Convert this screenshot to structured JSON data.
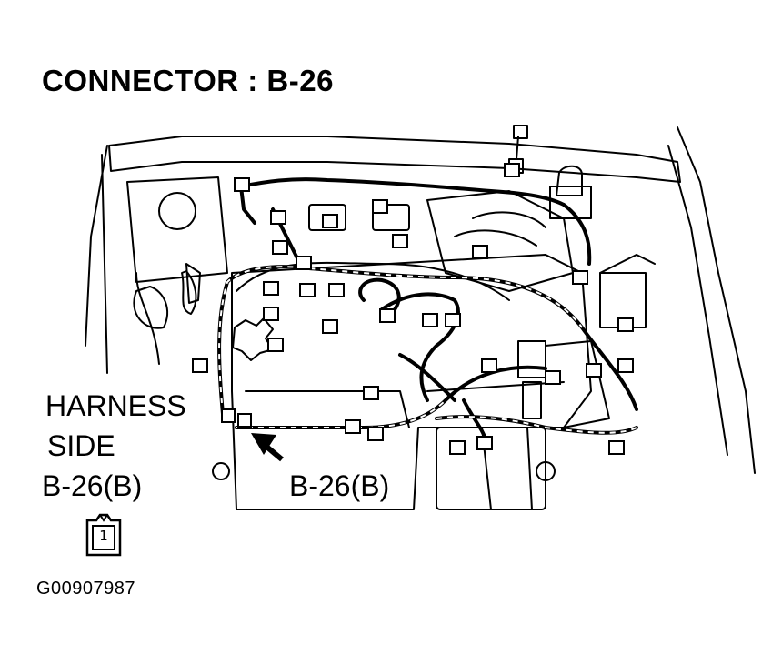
{
  "title": "CONNECTOR : B-26",
  "harness_side_label_line1": "HARNESS",
  "harness_side_label_line2": "SIDE",
  "harness_connector_label": "B-26(B)",
  "callout_label": "B-26(B)",
  "pin_number": "1",
  "figure_id": "G00907987"
}
